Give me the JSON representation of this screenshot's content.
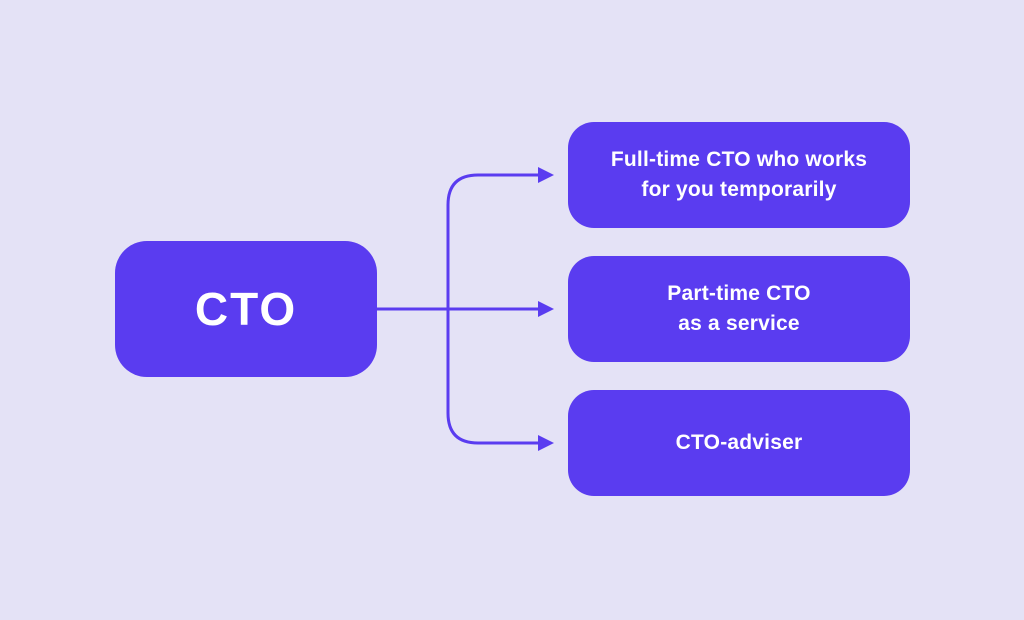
{
  "colors": {
    "background": "#E4E2F6",
    "box": "#5A3CF0",
    "arrow": "#5A3CF0",
    "text": "#FFFFFF"
  },
  "root": {
    "label": "CTO"
  },
  "options": [
    {
      "label": "Full-time CTO who works for you temporarily",
      "line1": "Full-time CTO who works",
      "line2": "for you temporarily"
    },
    {
      "label": "Part-time CTO as a service",
      "line1": "Part-time CTO",
      "line2": "as a service"
    },
    {
      "label": "CTO-adviser",
      "line1": "CTO-adviser"
    }
  ]
}
